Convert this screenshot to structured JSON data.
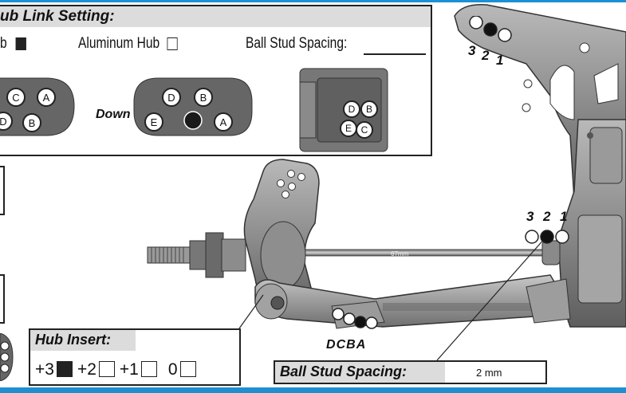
{
  "hub_link": {
    "title": "ub Link Setting:",
    "option_left_label": "b",
    "option_left_checked": true,
    "option_aluminum_label": "Aluminum Hub",
    "option_aluminum_checked": false,
    "ball_stud_label": "Ball Stud Spacing:",
    "up_holes": [
      "C",
      "A",
      "D",
      "B"
    ],
    "down_label": "Down",
    "down_holes": [
      "D",
      "B",
      "E",
      "A"
    ],
    "hub_holes": [
      "D",
      "B",
      "E",
      "C"
    ]
  },
  "shock_tower": {
    "hole_labels": [
      "3",
      "2",
      "1"
    ],
    "selected_hole": "2"
  },
  "mount": {
    "hole_labels": [
      "3",
      "2",
      "1"
    ],
    "selected_hole": "2"
  },
  "turnbuckle_label": "67mm",
  "arm_holes": {
    "labels": [
      "D",
      "C",
      "B",
      "A"
    ],
    "selected_hole": "B"
  },
  "hub_insert": {
    "title": "Hub Insert:",
    "options": [
      {
        "label": "+3",
        "checked": true
      },
      {
        "label": "+2",
        "checked": false
      },
      {
        "label": "+1",
        "checked": false
      },
      {
        "label": "0",
        "checked": false
      }
    ]
  },
  "ball_stud_spacing": {
    "title": "Ball Stud Spacing:",
    "value": "2 mm"
  },
  "colors": {
    "accent_bar": "#1e8fd1",
    "title_bar": "#dcdcdc",
    "part_gray": "#8a8a8a"
  }
}
